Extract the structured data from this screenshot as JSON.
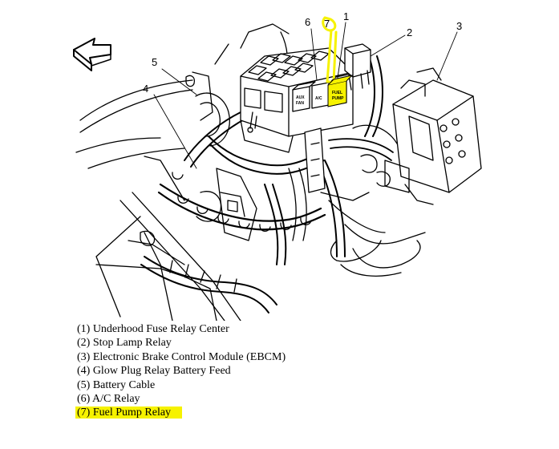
{
  "diagram": {
    "callouts": [
      "1",
      "2",
      "3",
      "4",
      "5",
      "6",
      "7"
    ],
    "relay_labels": {
      "aux_fan": [
        "AUX",
        "FAN"
      ],
      "ac": [
        "A/C"
      ],
      "fuel_pump": [
        "FUEL",
        "PUMP"
      ]
    },
    "highlight_color": "#f6f200"
  },
  "legend": [
    "(1) Underhood Fuse Relay Center",
    "(2) Stop Lamp Relay",
    "(3) Electronic Brake Control Module (EBCM)",
    "(4) Glow Plug Relay Battery Feed",
    "(5) Battery Cable",
    "(6) A/C Relay",
    "(7) Fuel Pump Relay"
  ]
}
